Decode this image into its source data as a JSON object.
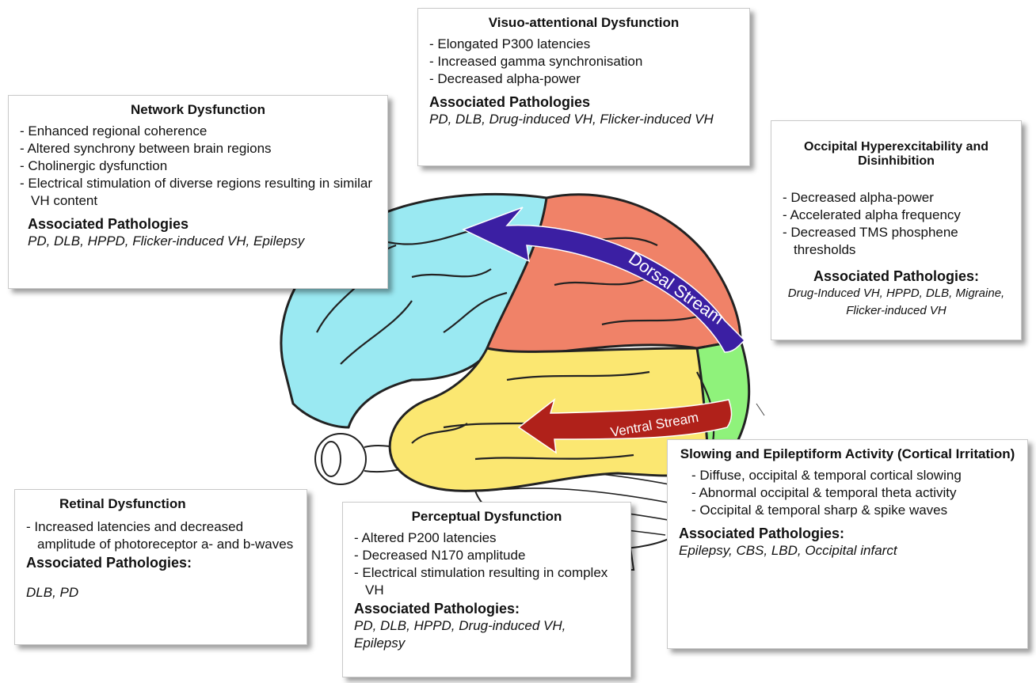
{
  "streams": {
    "dorsal": "Dorsal Stream",
    "ventral": "Ventral Stream"
  },
  "colors": {
    "frontal": "#9ae9f2",
    "parietal": "#f08268",
    "temporal": "#fbe771",
    "occipital": "#8ff27b",
    "dorsal_arrow": "#3b1fa3",
    "ventral_arrow": "#b0211a"
  },
  "boxes": {
    "visuo": {
      "title": "Visuo-attentional Dysfunction",
      "items": [
        "Elongated P300 latencies",
        "Increased gamma synchronisation",
        "Decreased alpha-power"
      ],
      "ap_label": "Associated Pathologies",
      "pathologies": "PD, DLB, Drug-induced VH, Flicker-induced VH"
    },
    "network": {
      "title": "Network Dysfunction",
      "items": [
        "Enhanced regional coherence",
        "Altered synchrony between brain regions",
        "Cholinergic dysfunction",
        "Electrical stimulation of diverse regions resulting in similar VH content"
      ],
      "ap_label": "Associated Pathologies",
      "pathologies": "PD, DLB, HPPD, Flicker-induced VH, Epilepsy"
    },
    "occipital": {
      "title": "Occipital Hyperexcitability and Disinhibition",
      "items": [
        "Decreased alpha-power",
        "Accelerated alpha frequency",
        "Decreased TMS phosphene thresholds"
      ],
      "ap_label": "Associated Pathologies:",
      "pathologies": "Drug-Induced VH, HPPD, DLB, Migraine, Flicker-induced VH"
    },
    "slowing": {
      "title": "Slowing and Epileptiform Activity (Cortical Irritation)",
      "items": [
        "Diffuse, occipital & temporal cortical slowing",
        "Abnormal occipital & temporal theta activity",
        "Occipital & temporal sharp & spike waves"
      ],
      "ap_label": "Associated Pathologies:",
      "pathologies": "Epilepsy, CBS, LBD, Occipital infarct"
    },
    "retinal": {
      "title": "Retinal Dysfunction",
      "items": [
        "Increased latencies and decreased amplitude of  photoreceptor a- and b-waves"
      ],
      "ap_label": "Associated Pathologies:",
      "pathologies": "DLB, PD"
    },
    "perceptual": {
      "title": "Perceptual Dysfunction",
      "items": [
        "Altered P200 latencies",
        "Decreased N170 amplitude",
        "Electrical stimulation resulting in complex VH"
      ],
      "ap_label": "Associated Pathologies:",
      "pathologies": "PD, DLB, HPPD, Drug-induced VH, Epilepsy"
    }
  }
}
